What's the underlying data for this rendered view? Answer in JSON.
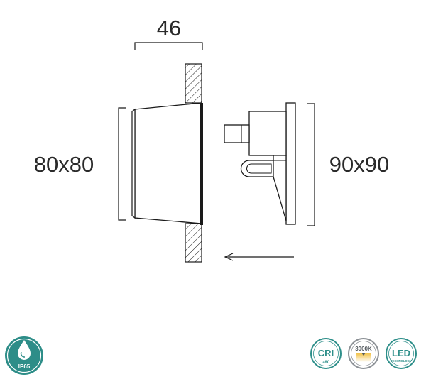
{
  "dimensions": {
    "depth": "46",
    "fixture_size": "80x80",
    "plate_size": "90x90"
  },
  "badges": {
    "ip_rating": "IP65",
    "cri_main": "CRI",
    "cri_value": ">80",
    "color_temperature": "3000K",
    "led_main": "LED",
    "led_sub": "TECHNOLOGY"
  },
  "colors": {
    "line": "#1a1a1a",
    "badge_teal": "#2e8f8a",
    "ip_fill": "#2d8d88",
    "temp_gradient_warm": "#f1c24a"
  }
}
